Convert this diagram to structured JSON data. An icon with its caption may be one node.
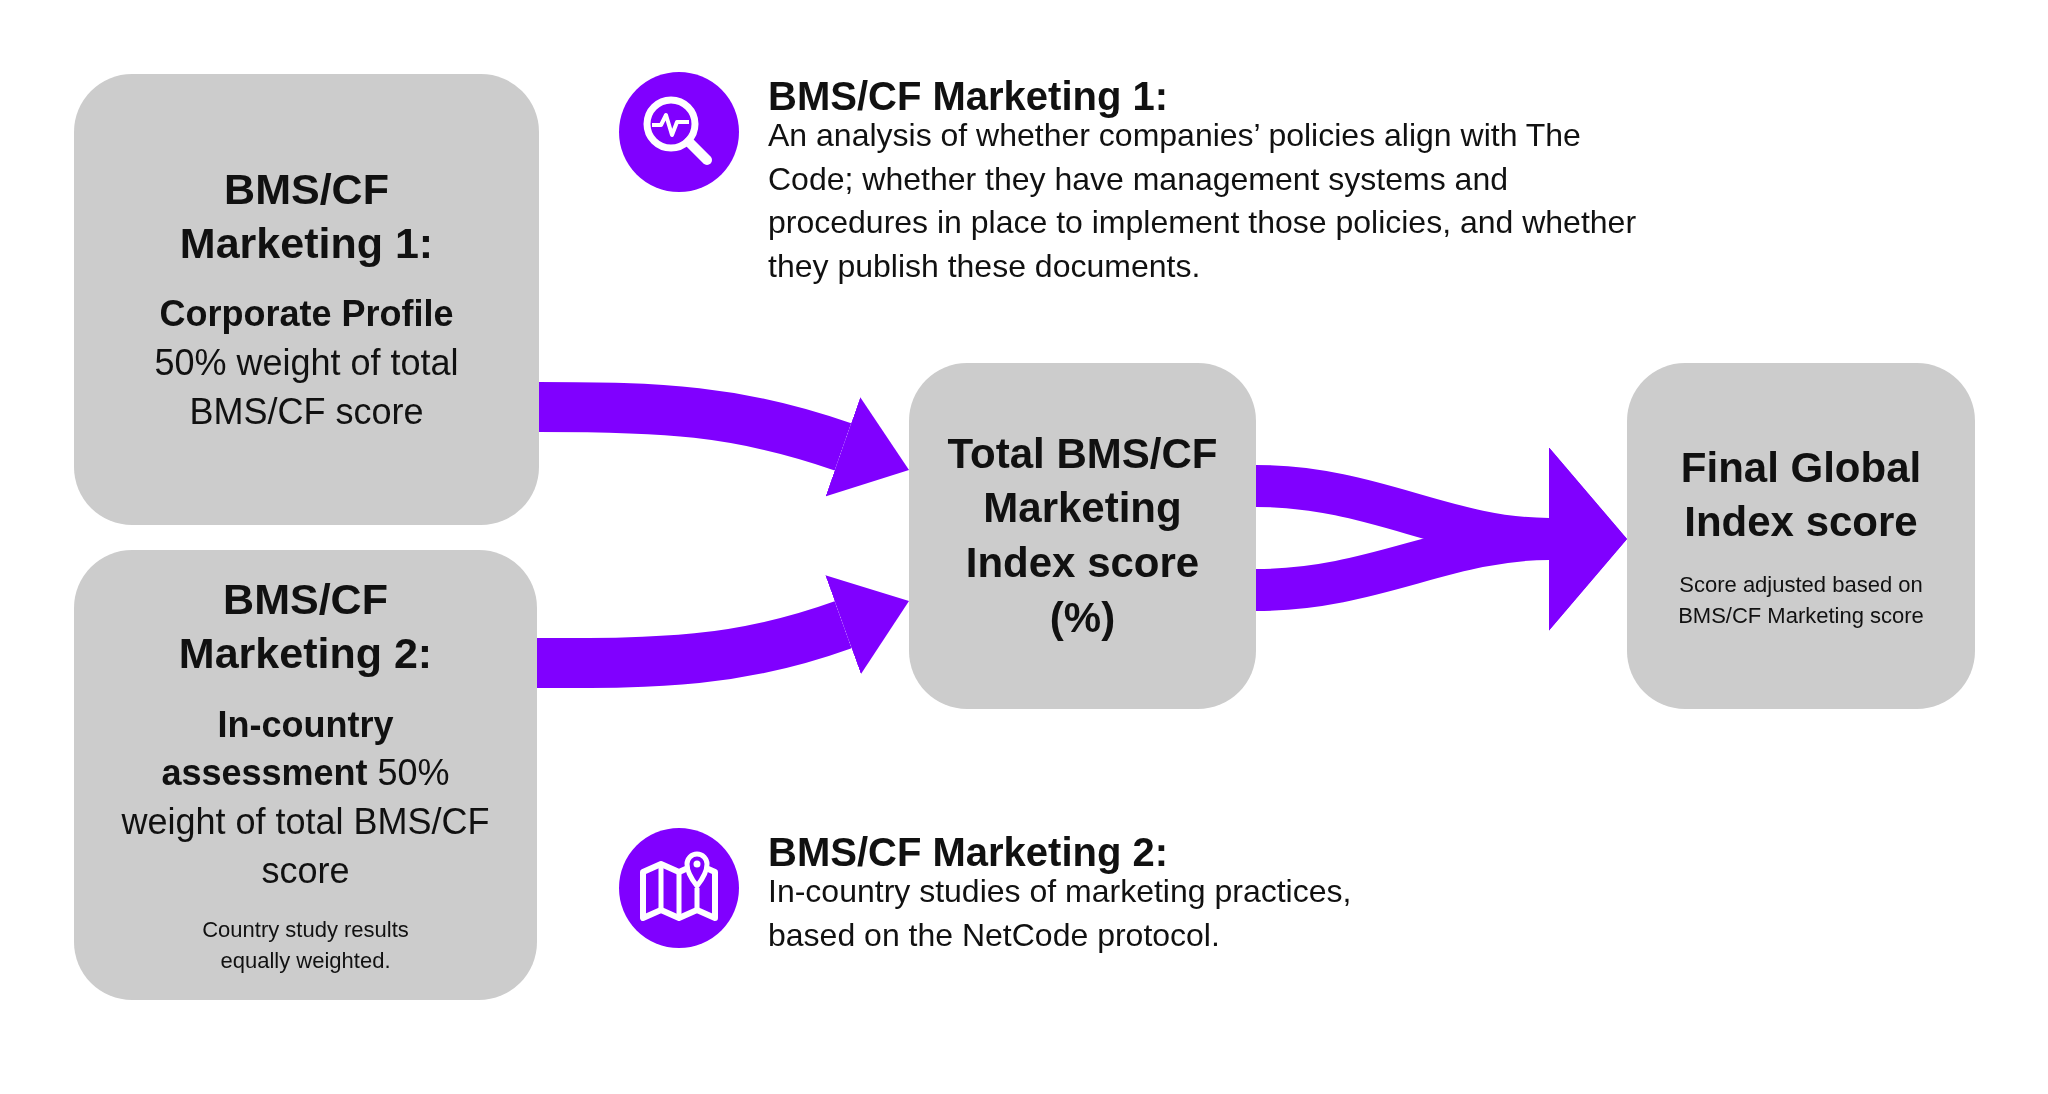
{
  "diagram": {
    "nodes": [
      {
        "text": [
          "BMS/CF Marketing 1:",
          "**Corporate Profile** 50% weight of total BMS/CF score"
        ]
      },
      {
        "text": [
          "BMS/CF Marketing 2:",
          "**In-country assessment** 50% weight of total BMS/CF score",
          "Country study results equally weighted."
        ]
      },
      {
        "text": [
          "Total BMS/CF Marketing Index score (%)"
        ]
      },
      {
        "text": [
          "Final Global Index score",
          "Score adjusted based on BMS/CF Marketing score"
        ]
      }
    ],
    "edges": [
      {
        "from": 0,
        "to": 2,
        "arrow": "to"
      },
      {
        "from": 1,
        "to": 2,
        "arrow": "to"
      },
      {
        "from": 2,
        "to": 3,
        "arrow": "to"
      },
      {
        "from": 2,
        "to": 3,
        "arrow": "to"
      }
    ],
    "labels": [
      "BMS/CF Marketing 1:",
      "An analysis of whether companies’ policies align with The Code; whether they have management systems and procedures in place to implement those policies, and whether they publish these documents.",
      "BMS/CF Marketing 2:",
      "In-country studies of marketing practices, based on the NetCode protocol."
    ]
  }
}
